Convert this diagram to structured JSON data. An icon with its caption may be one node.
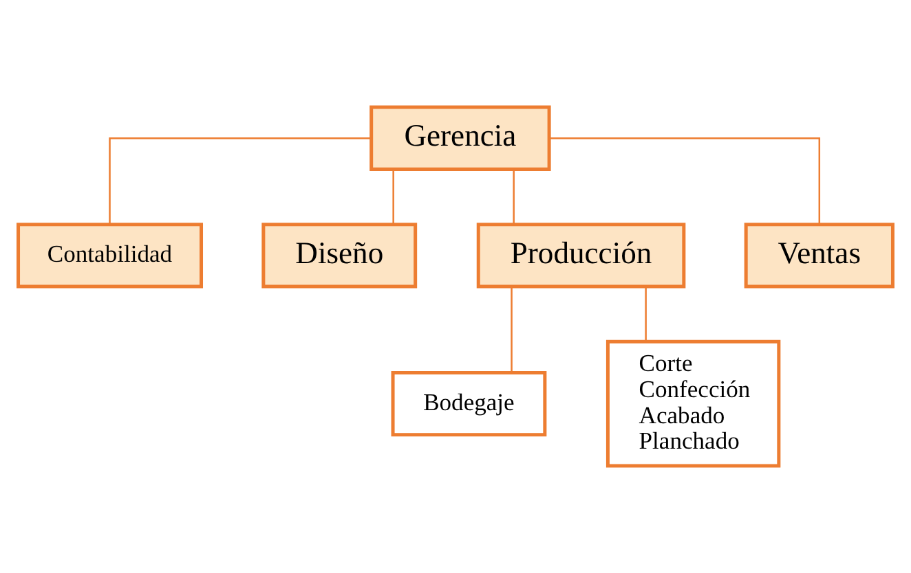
{
  "diagram": {
    "nodes": [
      {
        "text": [
          "Gerencia"
        ]
      },
      {
        "text": [
          "Contabilidad"
        ]
      },
      {
        "text": [
          "Diseño"
        ]
      },
      {
        "text": [
          "Producción"
        ]
      },
      {
        "text": [
          "Ventas"
        ]
      },
      {
        "text": [
          "Bodegaje"
        ]
      },
      {
        "text": [
          "Corte",
          "Confección",
          "Acabado",
          "Planchado"
        ]
      }
    ],
    "edges": [
      {
        "from": 0,
        "to": 1,
        "arrow": "none"
      },
      {
        "from": 0,
        "to": 2,
        "arrow": "none"
      },
      {
        "from": 0,
        "to": 3,
        "arrow": "none"
      },
      {
        "from": 0,
        "to": 4,
        "arrow": "none"
      },
      {
        "from": 3,
        "to": 5,
        "arrow": "none"
      },
      {
        "from": 3,
        "to": 6,
        "arrow": "none"
      }
    ]
  }
}
